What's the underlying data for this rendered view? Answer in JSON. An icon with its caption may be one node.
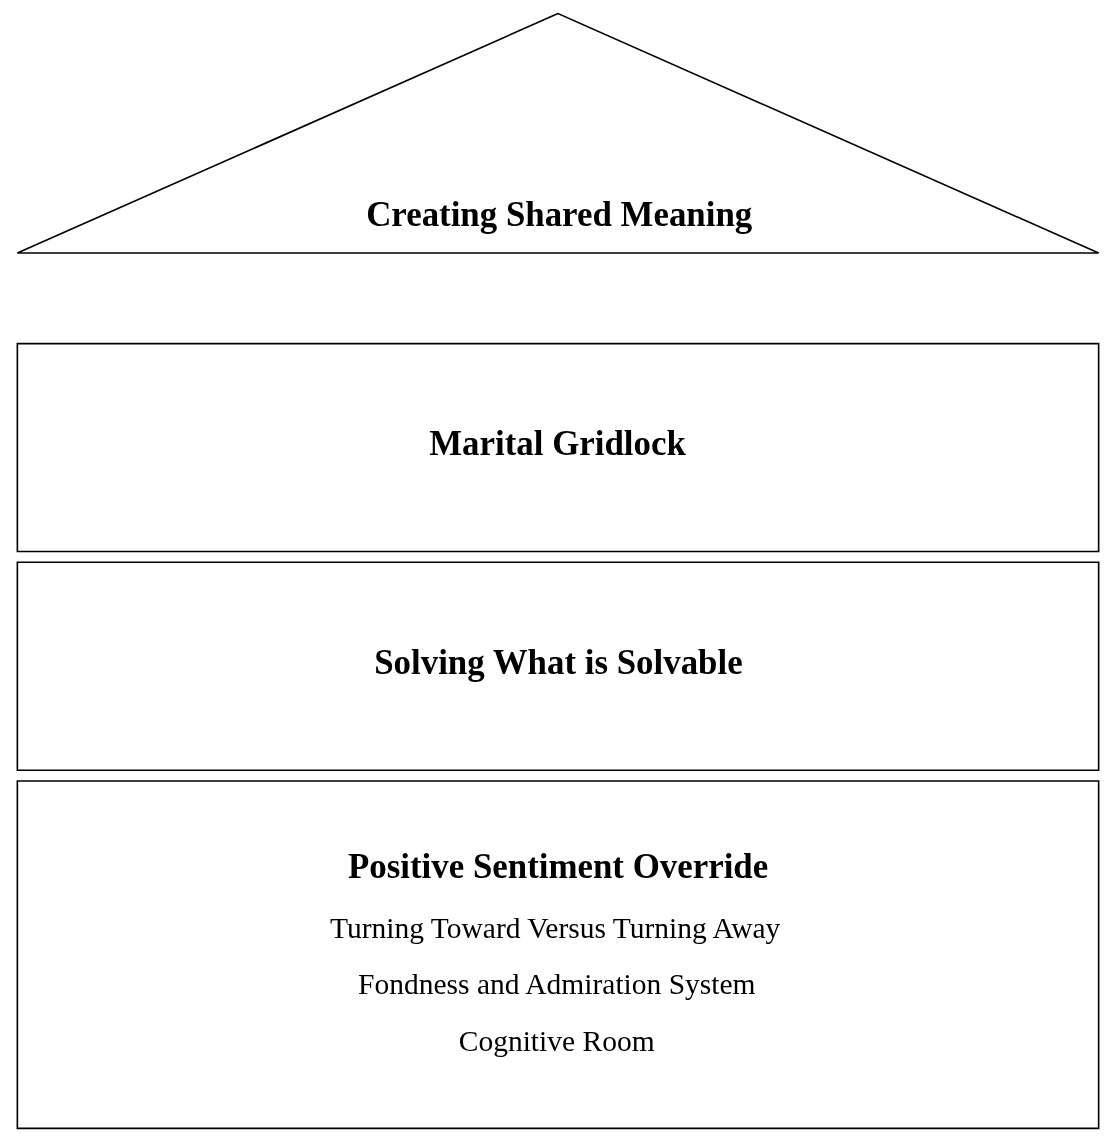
{
  "diagram": {
    "nodes": [
      {
        "text": [
          "Creating Shared Meaning"
        ]
      },
      {
        "text": [
          "Marital Gridlock"
        ]
      },
      {
        "text": [
          "Solving What is Solvable"
        ]
      },
      {
        "text": [
          "Positive Sentiment Override",
          "Turning Toward Versus Turning Away",
          "Fondness and Admiration System",
          "Cognitive Room"
        ]
      }
    ]
  }
}
